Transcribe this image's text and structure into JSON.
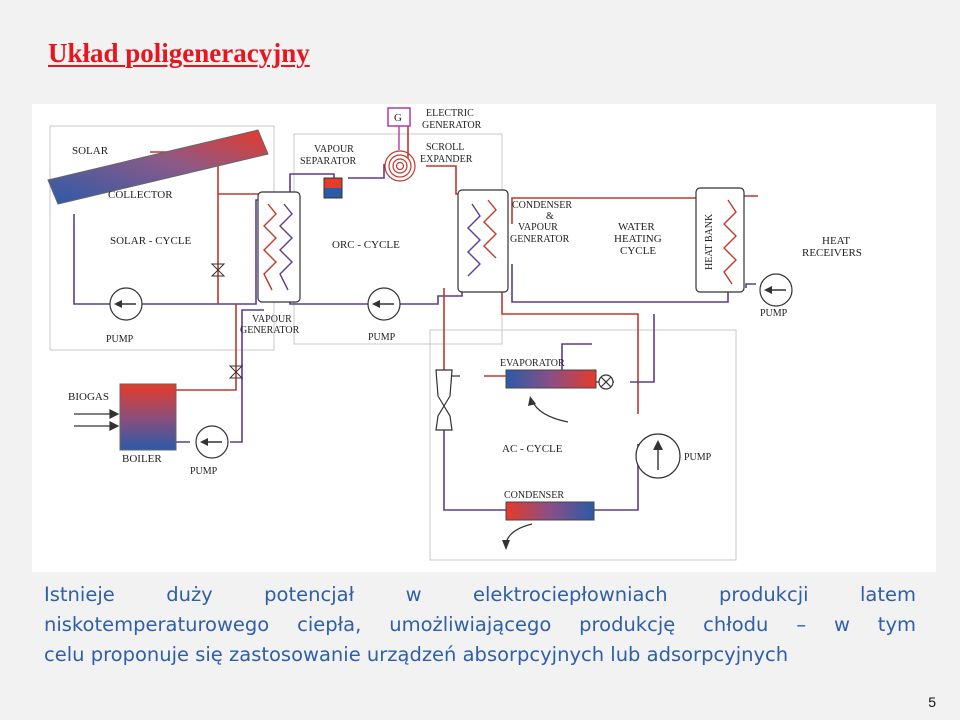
{
  "slide": {
    "title": "Układ poligeneracyjny",
    "body_lines": [
      "Istnieje  duży  potencjał  w  elektrociepłowniach  produkcji  latem",
      "niskotemperaturowego ciepła, umożliwiającego produkcję chłodu – w tym",
      "celu proponuje się zastosowanie urządzeń absorpcyjnych lub adsorpcyjnych"
    ],
    "page_number": "5"
  },
  "diagram": {
    "labels": {
      "solar": "SOLAR",
      "collector": "COLLECTOR",
      "solar_cycle": "SOLAR - CYCLE",
      "pump_solar": "PUMP",
      "g": "G",
      "electric": "ELECTRIC",
      "generator": "GENERATOR",
      "vapour_sep_1": "VAPOUR",
      "vapour_sep_2": "SEPARATOR",
      "scroll": "SCROLL",
      "expander": "EXPANDER",
      "orc_cycle": "ORC - CYCLE",
      "vapour_gen_1": "VAPOUR",
      "vapour_gen_2": "GENERATOR",
      "pump_orc": "PUMP",
      "condenser_1": "CONDENSER",
      "amp": "&",
      "condenser_2": "VAPOUR",
      "condenser_3": "GENERATOR",
      "water_1": "WATER",
      "water_2": "HEATING",
      "water_3": "CYCLE",
      "heat_bank": "HEAT BANK",
      "heat_recv_1": "HEAT",
      "heat_recv_2": "RECEIVERS",
      "pump_heat": "PUMP",
      "biogas": "BIOGAS",
      "boiler": "BOILER",
      "pump_boiler": "PUMP",
      "evaporator": "EVAPORATOR",
      "ac_cycle": "AC - CYCLE",
      "pump_ac": "PUMP",
      "ac_condenser": "CONDENSER"
    },
    "colors": {
      "hot_pipe": "#c0392b",
      "cold_pipe": "#5b3d8f",
      "hx_hot": "#e03a2c",
      "hx_cold": "#2c5fa8",
      "title_red": "#e8141e",
      "body_blue": "#2e5fa8"
    }
  }
}
